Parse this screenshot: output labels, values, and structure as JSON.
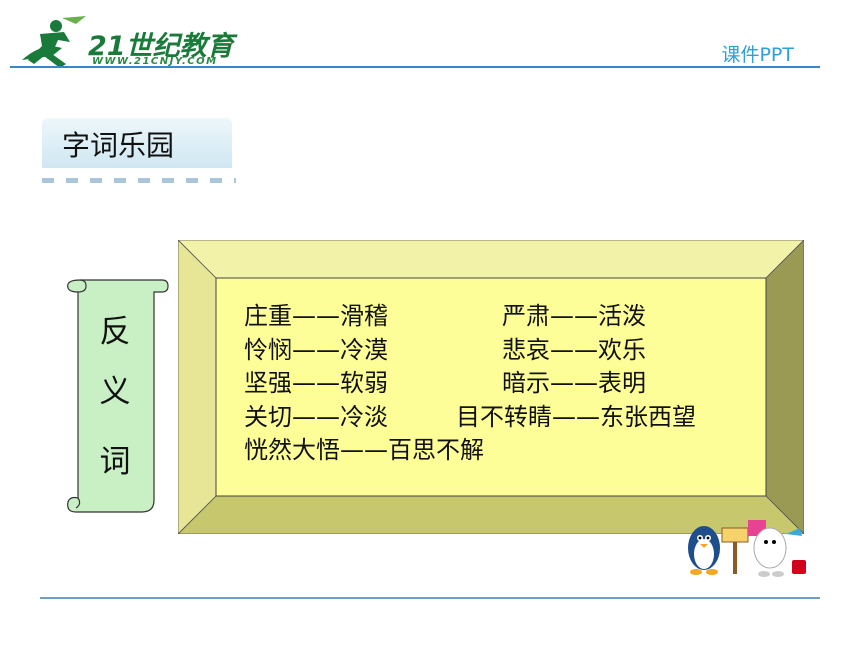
{
  "header": {
    "logo_name": "21世纪教育",
    "logo_url": "WWW.21CNJY.COM",
    "tag": "课件PPT"
  },
  "section": {
    "title": "字词乐园"
  },
  "scroll": {
    "chars": [
      "反",
      "义",
      "词"
    ]
  },
  "antonyms": {
    "rows": [
      {
        "left": "庄重——滑稽",
        "right": "严肃——活泼"
      },
      {
        "left": "怜悯——冷漠",
        "right": "悲哀——欢乐"
      },
      {
        "left": "坚强——软弱",
        "right": "暗示——表明"
      },
      {
        "left": "关切——冷淡",
        "right": "目不转睛——东张西望"
      },
      {
        "left": "恍然大悟——百思不解",
        "right": ""
      }
    ]
  },
  "colors": {
    "logo_green": "#1a7a3a",
    "accent_blue": "#2e9fd8",
    "frame_inner": "#fefe99",
    "frame_bevel": "#d3d37a",
    "scroll_green": "#c9f0c4"
  }
}
